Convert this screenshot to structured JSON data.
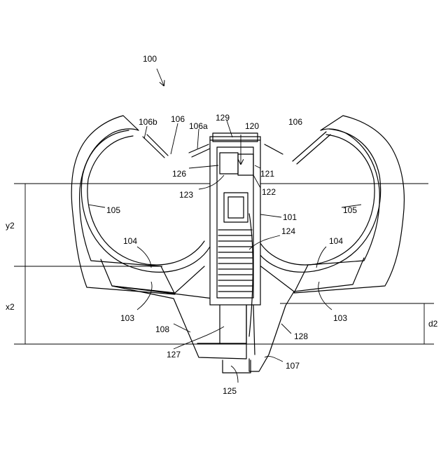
{
  "figure": {
    "main_ref": "100",
    "labels": {
      "l106b": "106b",
      "l106_left": "106",
      "l106a": "106a",
      "l129": "129",
      "l120": "120",
      "l106_right": "106",
      "l126": "126",
      "l121": "121",
      "l123": "123",
      "l122": "122",
      "l105_left": "105",
      "l101": "101",
      "l105_right": "105",
      "l124": "124",
      "l104_left": "104",
      "l104_right": "104",
      "l103_left": "103",
      "l103_right": "103",
      "l108": "108",
      "l128": "128",
      "l127": "127",
      "l107": "107",
      "l125": "125"
    },
    "dimensions": {
      "y2": "y2",
      "x2": "x2",
      "d2": "d2"
    }
  }
}
